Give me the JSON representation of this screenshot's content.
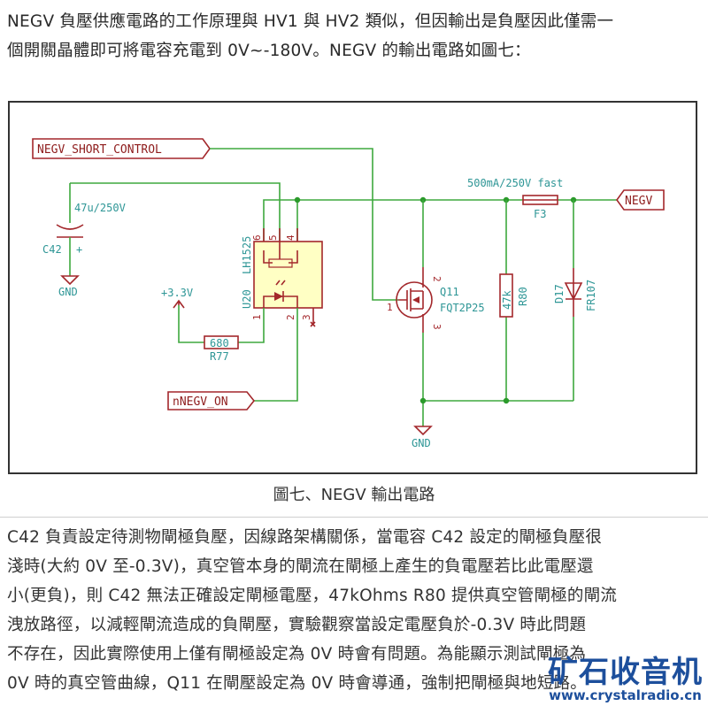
{
  "intro": {
    "lines": [
      "NEGV 負壓供應電路的工作原理與 HV1 與 HV2 類似，但因輸出是負壓因此僅需一",
      "個開關晶體即可將電容充電到 0V~-180V。NEGV 的輸出電路如圖七："
    ]
  },
  "schematic": {
    "labels": {
      "short_control": "NEGV_SHORT_CONTROL",
      "negv_on": "nNEGV_ON",
      "negv": "NEGV"
    },
    "c42": {
      "ref": "C42",
      "value": "47u/250V",
      "plus": "+"
    },
    "gnd": "GND",
    "supply": "+3.3V",
    "r77": {
      "ref": "R77",
      "value": "680"
    },
    "u20": {
      "ref": "U20",
      "value": "LH1525",
      "pins": [
        "1",
        "2",
        "3",
        "4",
        "5",
        "6"
      ]
    },
    "q11": {
      "ref": "Q11",
      "value": "FQT2P25",
      "pins": [
        "1",
        "2",
        "3"
      ]
    },
    "r80": {
      "ref": "R80",
      "value": "47k"
    },
    "f3": {
      "ref": "F3",
      "value": "500mA/250V fast"
    },
    "d17": {
      "ref": "D17",
      "value": "FR107"
    }
  },
  "caption": "圖七、NEGV 輸出電路",
  "body": {
    "lines": [
      "C42 負責設定待測物閘極負壓，因線路架構關係，當電容 C42 設定的閘極負壓很",
      "淺時(大約 0V 至-0.3V)，真空管本身的閘流在閘極上產生的負電壓若比此電壓還",
      "小(更負)，則 C42 無法正確設定閘極電壓，47kOhms R80 提供真空管閘極的閘流",
      "洩放路徑，以減輕閘流造成的負閘壓，實驗觀察當設定電壓負於-0.3V 時此問題",
      "不存在，因此實際使用上僅有閘極設定為 0V 時會有問題。為能顯示測試閘極為",
      "0V 時的真空管曲線，Q11 在閘壓設定為 0V 時會導通，強制把閘極與地短路。"
    ]
  },
  "watermark": {
    "title": "矿石收音机",
    "url": "www.crystalradio.cn"
  }
}
